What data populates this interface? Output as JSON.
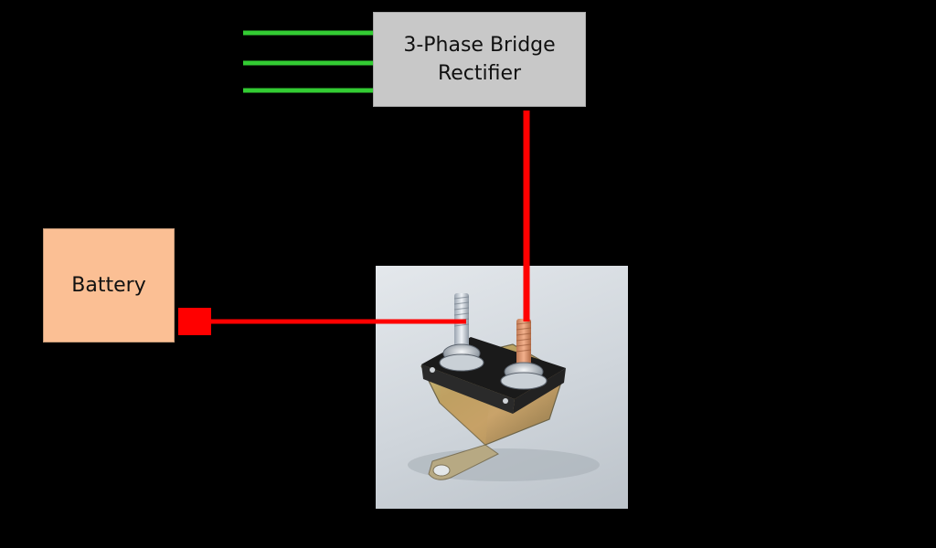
{
  "rectifier": {
    "label": "3-Phase Bridge\nRectifier"
  },
  "battery": {
    "label": "Battery"
  },
  "colors": {
    "background": "#000000",
    "phase_wires": "#33cc33",
    "dc_wires": "#ff0000",
    "rectifier_fill": "#c8c8c8",
    "battery_fill": "#fbbf94"
  },
  "photo": {
    "subject": "automatic reset circuit breaker with two threaded studs and a mounting tab"
  }
}
